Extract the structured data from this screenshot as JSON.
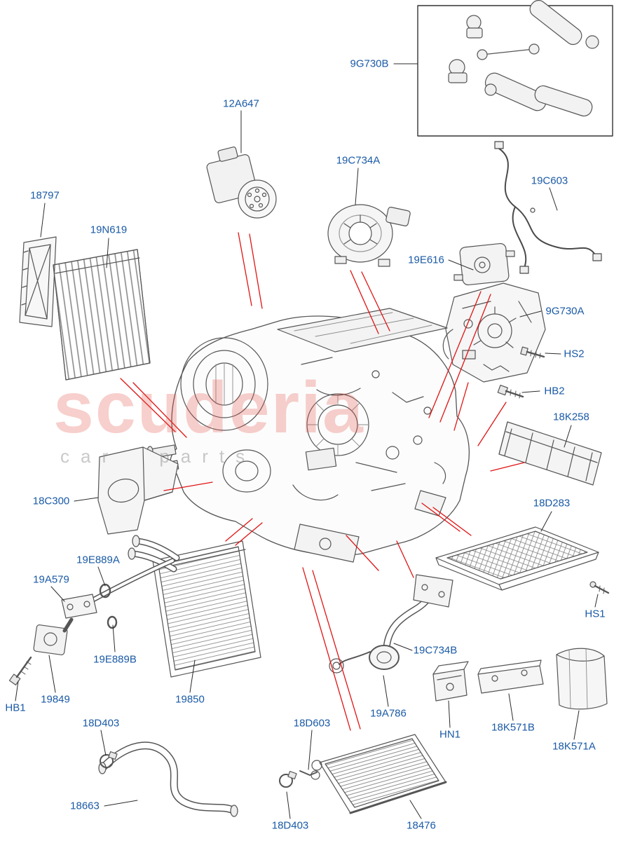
{
  "page": {
    "background": "#ffffff",
    "label_color": "#1a5aa6",
    "leader_color": "#e01414",
    "line_color": "#555555"
  },
  "watermark": {
    "line1": "scuderia",
    "line2": "car parts"
  },
  "labels": [
    {
      "text": "9G730B"
    },
    {
      "text": "12A647"
    },
    {
      "text": "19C734A"
    },
    {
      "text": "19C603"
    },
    {
      "text": "18797"
    },
    {
      "text": "19N619"
    },
    {
      "text": "19E616"
    },
    {
      "text": "9G730A"
    },
    {
      "text": "HS2"
    },
    {
      "text": "HB2"
    },
    {
      "text": "18K258"
    },
    {
      "text": "18C300"
    },
    {
      "text": "18D283"
    },
    {
      "text": "19E889A"
    },
    {
      "text": "19A579"
    },
    {
      "text": "HS1"
    },
    {
      "text": "19E889B"
    },
    {
      "text": "19C734B"
    },
    {
      "text": "HB1"
    },
    {
      "text": "19849"
    },
    {
      "text": "19850"
    },
    {
      "text": "19A786"
    },
    {
      "text": "HN1"
    },
    {
      "text": "18K571B"
    },
    {
      "text": "18K571A"
    },
    {
      "text": "18D403"
    },
    {
      "text": "18663"
    },
    {
      "text": "18D603"
    },
    {
      "text": "18D403"
    },
    {
      "text": "18476"
    }
  ]
}
